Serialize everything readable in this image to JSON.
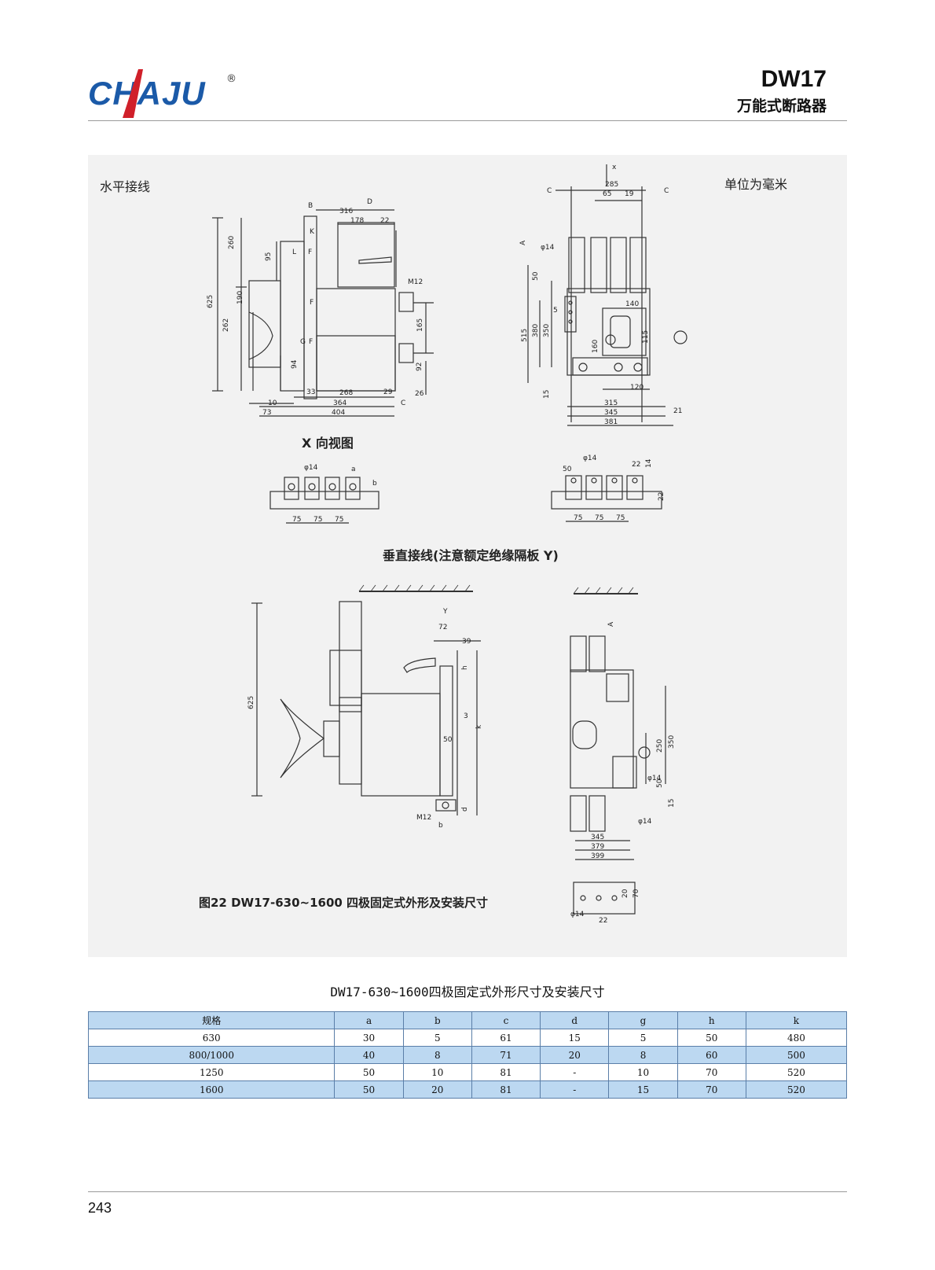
{
  "header": {
    "brand": "CHAJU",
    "registered_mark": "®",
    "model": "DW17",
    "subtitle": "万能式断路器"
  },
  "drawing": {
    "label_horizontal": "水平接线",
    "label_unit": "单位为毫米",
    "label_x_view": "X 向视图",
    "label_vertical": "垂直接线(注意额定绝缘隔板 Y)",
    "figure_caption": "图22  DW17-630~1600 四极固定式外形及安装尺寸",
    "dims": {
      "d285": "285",
      "d65": "65",
      "d19": "19",
      "d316": "316",
      "d178": "178",
      "d22": "22",
      "d260": "260",
      "d95": "95",
      "d625": "625",
      "d190": "190",
      "d262": "262",
      "d165": "165",
      "d92": "92",
      "d94": "94",
      "d268": "268",
      "d29": "29",
      "d26": "26",
      "d10": "10",
      "d364": "364",
      "d73": "73",
      "d404": "404",
      "d33": "33",
      "d515": "515",
      "d380": "380",
      "d350": "350",
      "d50": "50",
      "d5": "5",
      "d140": "140",
      "d160": "160",
      "d115": "115",
      "d120": "120",
      "d15": "15",
      "d315": "315",
      "d345": "345",
      "d381": "381",
      "d21": "21",
      "d75": "75",
      "d14": "14",
      "d72": "72",
      "d39": "39",
      "d3": "3",
      "d250": "250",
      "d379": "379",
      "d399": "399",
      "d20": "20",
      "d70": "70",
      "phi14": "φ14",
      "m12": "M12",
      "lA": "A",
      "lB": "B",
      "lC": "C",
      "lD": "D",
      "lK": "K",
      "lL": "L",
      "lF": "F",
      "lG": "G",
      "lx": "x",
      "ly": "Y",
      "la": "a",
      "lb": "b",
      "lh": "h",
      "lk": "k",
      "ld": "d",
      "lg": "g"
    }
  },
  "table": {
    "caption": "DW17-630~1600四极固定式外形尺寸及安装尺寸",
    "headers": [
      "规格",
      "a",
      "b",
      "c",
      "d",
      "g",
      "h",
      "k"
    ],
    "rows": [
      [
        "630",
        "30",
        "5",
        "61",
        "15",
        "5",
        "50",
        "480"
      ],
      [
        "800/1000",
        "40",
        "8",
        "71",
        "20",
        "8",
        "60",
        "500"
      ],
      [
        "1250",
        "50",
        "10",
        "81",
        "-",
        "10",
        "70",
        "520"
      ],
      [
        "1600",
        "50",
        "20",
        "81",
        "-",
        "15",
        "70",
        "520"
      ]
    ]
  },
  "footer": {
    "page_number": "243"
  },
  "colors": {
    "brand_blue": "#1b5aa8",
    "brand_red": "#d0202a",
    "table_header_blue": "#bcd8f1"
  }
}
